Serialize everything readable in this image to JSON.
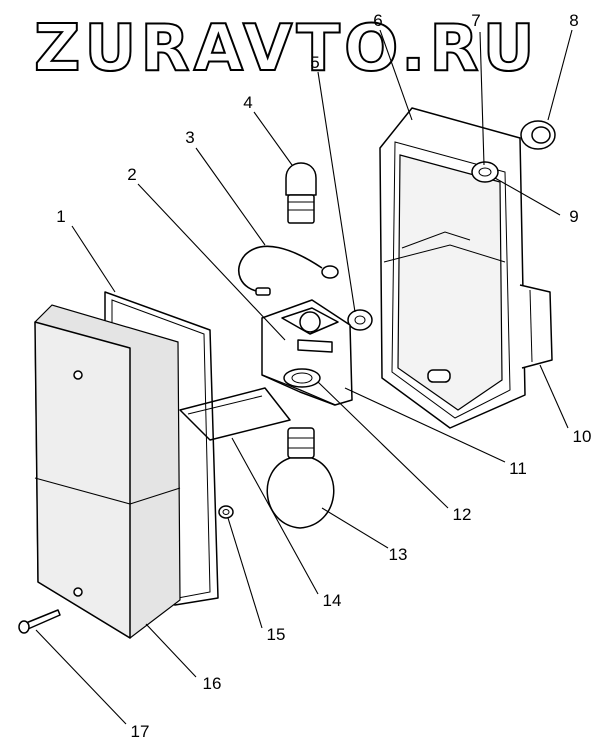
{
  "watermark": "ZURAVTO.RU",
  "callouts": [
    "1",
    "2",
    "3",
    "4",
    "5",
    "6",
    "7",
    "8",
    "9",
    "10",
    "11",
    "12",
    "13",
    "14",
    "15",
    "16",
    "17"
  ]
}
